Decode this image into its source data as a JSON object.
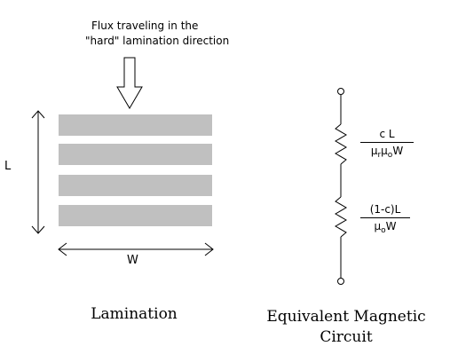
{
  "flux_note": {
    "line1": "Flux traveling in the",
    "line2": "\"hard\" lamination direction"
  },
  "dimensions": {
    "height_label": "L",
    "width_label": "W"
  },
  "lamination": {
    "strip_count": 4,
    "strip_color": "#c0c0c0"
  },
  "captions": {
    "lamination": "Lamination",
    "circuit_line1": "Equivalent Magnetic",
    "circuit_line2": "Circuit"
  },
  "resistor1": {
    "numerator": "c L",
    "den_mu1": "μ",
    "den_sub1": "r",
    "den_mu2": "μ",
    "den_sub2": "o",
    "den_tail": "W"
  },
  "resistor2": {
    "numerator": "(1-c)L",
    "den_mu": "μ",
    "den_sub": "o",
    "den_tail": "W"
  }
}
